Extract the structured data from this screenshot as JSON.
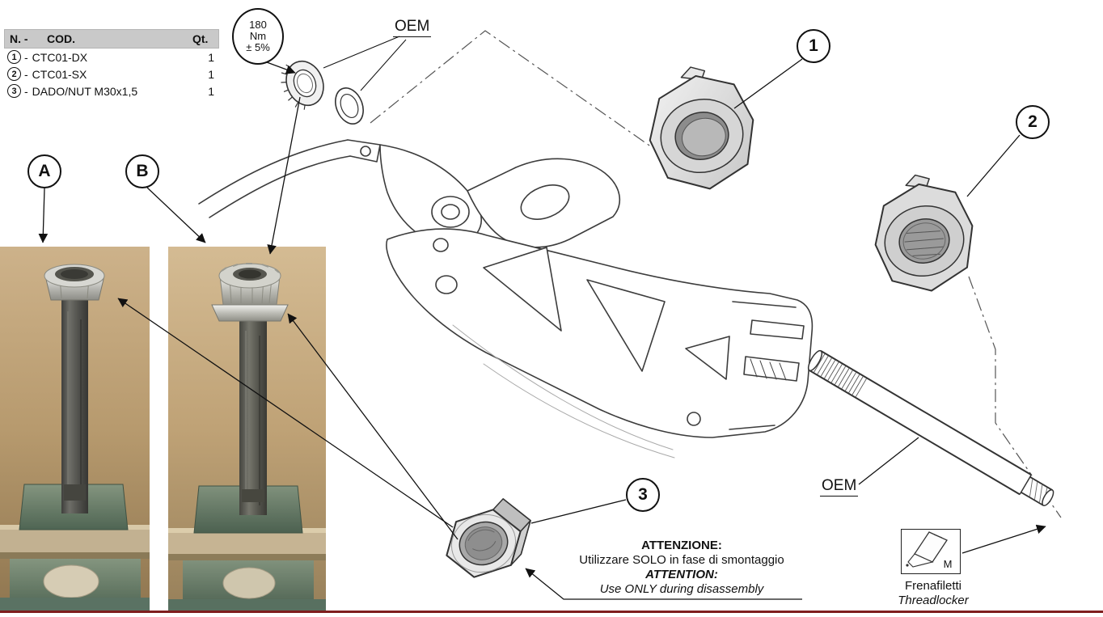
{
  "parts_table": {
    "headers": {
      "num": "N. -",
      "code": "COD.",
      "qty": "Qt."
    },
    "dash": "-",
    "rows": [
      {
        "num": "1",
        "code": "CTC01-DX",
        "qty": "1"
      },
      {
        "num": "2",
        "code": "CTC01-SX",
        "qty": "1"
      },
      {
        "num": "3",
        "code": "DADO/NUT M30x1,5",
        "qty": "1"
      }
    ]
  },
  "torque_callout": {
    "value": "180",
    "unit": "Nm",
    "tolerance": "± 5%"
  },
  "oem_top_label": "OEM",
  "oem_axle_label": "OEM",
  "balloons": {
    "one": "1",
    "two": "2",
    "three": "3",
    "a": "A",
    "b": "B"
  },
  "attention": {
    "title_it": "ATTENZIONE:",
    "body_it": "Utilizzare SOLO in fase di smontaggio",
    "title_en": "ATTENTION:",
    "body_en": "Use ONLY during disassembly"
  },
  "threadlocker": {
    "tube_letter": "M",
    "label_it": "Frenafiletti",
    "label_en": "Threadlocker"
  },
  "colors": {
    "accent_maroon": "#7e1e1e",
    "table_header_bg": "#c9c9c9"
  }
}
